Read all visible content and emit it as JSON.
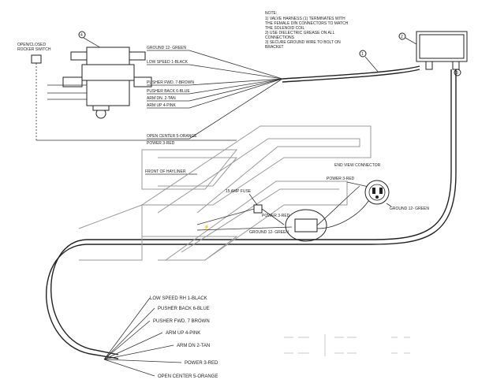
{
  "notes": {
    "heading": "NOTE:",
    "lines": [
      "1) VALVE HARNESS (1) TERMINATES WITH",
      "THE FEMALE DIN CONNECTORS TO MATCH",
      "THE SOLENOID COIL",
      "2) USE DIELECTRIC GREASE ON ALL",
      "CONNECTIONS",
      "3) SECURE GROUND WIRE TO BOLT ON",
      "BRACKET"
    ]
  },
  "callouts": {
    "valve": "4",
    "harness": "1",
    "junction_box": "2",
    "cable": "3"
  },
  "switch_label": [
    "OPEN/CLOSED",
    "ROCKER SWITCH"
  ],
  "valve_wires": [
    "GROUND 12- GREEN",
    "LOW SPEED 1-BLACK",
    "PUSHER FWD. 7-BROWN",
    "PUSHER BACK 6-BLUE",
    "ARM DN. 2-TAN",
    "ARM UP 4-PINK",
    "OPEN CENTER 5-ORANGE",
    "POWER 3-RED"
  ],
  "front_label": "FRONT OF HAYLINER",
  "fuse_label": "15 AMP FUSE",
  "power_red": "POWER 3-RED",
  "ground_green": "GROUND 12- GREEN",
  "end_view": {
    "title": "END VIEW CONNECTOR",
    "power": "POWER 3-RED",
    "ground": "GROUND 12- GREEN"
  },
  "bottom_wires": [
    "LOW SPEED RH 1-BLACK",
    "PUSHER BACK 6-BLUE",
    "PUSHER FWD. 7 BROWN",
    "ARM UP 4-PINK",
    "ARM DN 2-TAN",
    "POWER 3-RED",
    "OPEN CENTER 5-ORANGE"
  ]
}
